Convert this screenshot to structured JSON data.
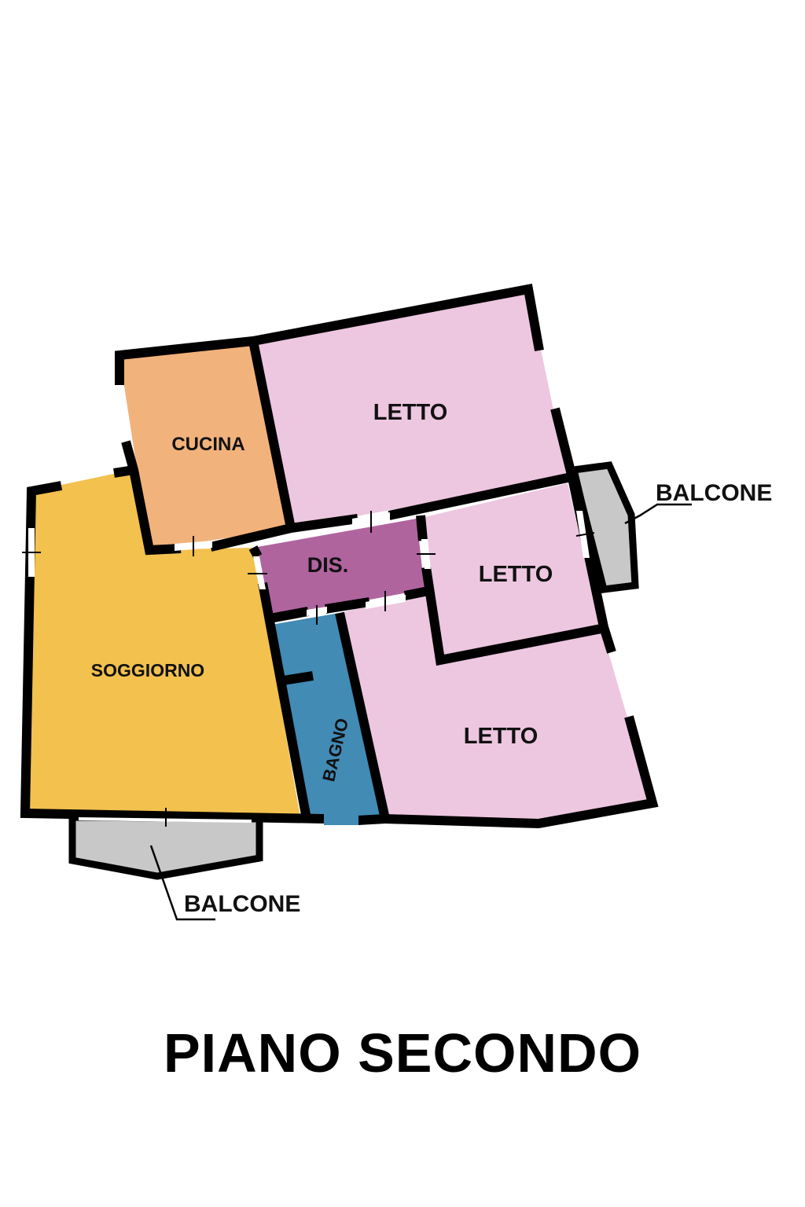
{
  "plan": {
    "title": "PIANO SECONDO",
    "colors": {
      "soggiorno": "#F2C14E",
      "cucina": "#F2B27B",
      "letto": "#EDC6E0",
      "dis": "#B0649E",
      "bagno": "#418BB5",
      "balcone": "#C8C8C8",
      "wall": "#000000"
    },
    "rooms": {
      "cucina": "CUCINA",
      "letto_top": "LETTO",
      "soggiorno": "SOGGIORNO",
      "dis": "DIS.",
      "letto_small": "LETTO",
      "letto_bottom": "LETTO",
      "bagno": "BAGNO"
    },
    "balconies": {
      "right": "BALCONE",
      "bottom": "BALCONE"
    }
  }
}
